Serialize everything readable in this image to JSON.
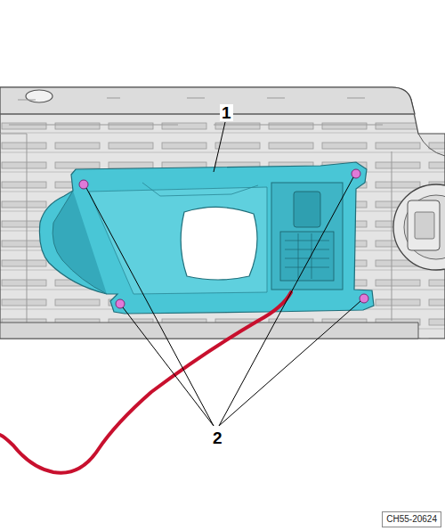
{
  "diagram": {
    "nodes": [
      {
        "text": [
          "CH55-20624"
        ]
      }
    ],
    "labels": [
      "1",
      "2"
    ]
  }
}
